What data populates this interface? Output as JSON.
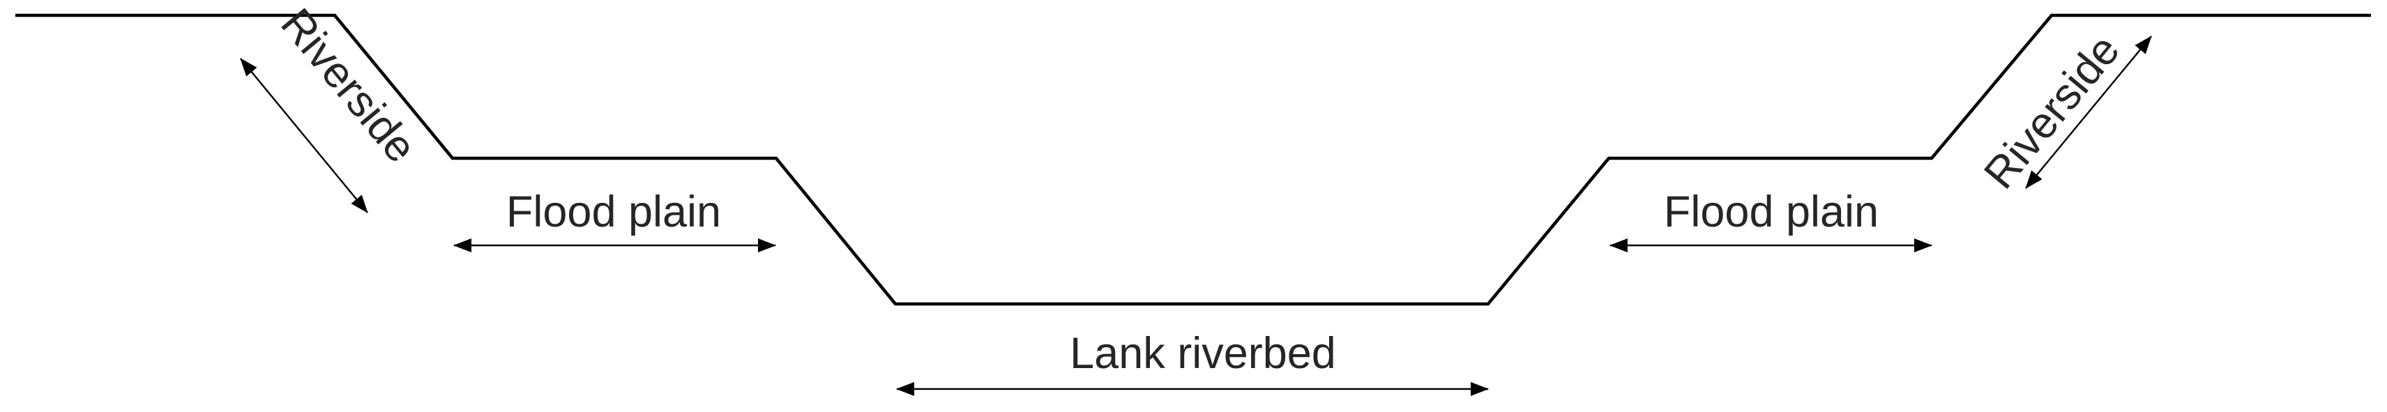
{
  "labels": {
    "left_riverside": "Riverside",
    "left_flood_plain": "Flood plain",
    "lank_riverbed": "Lank riverbed",
    "right_flood_plain": "Flood plain",
    "right_riverside": "Riverside"
  },
  "colors": {
    "line": "#000000",
    "text": "#262626",
    "background": "#ffffff"
  }
}
